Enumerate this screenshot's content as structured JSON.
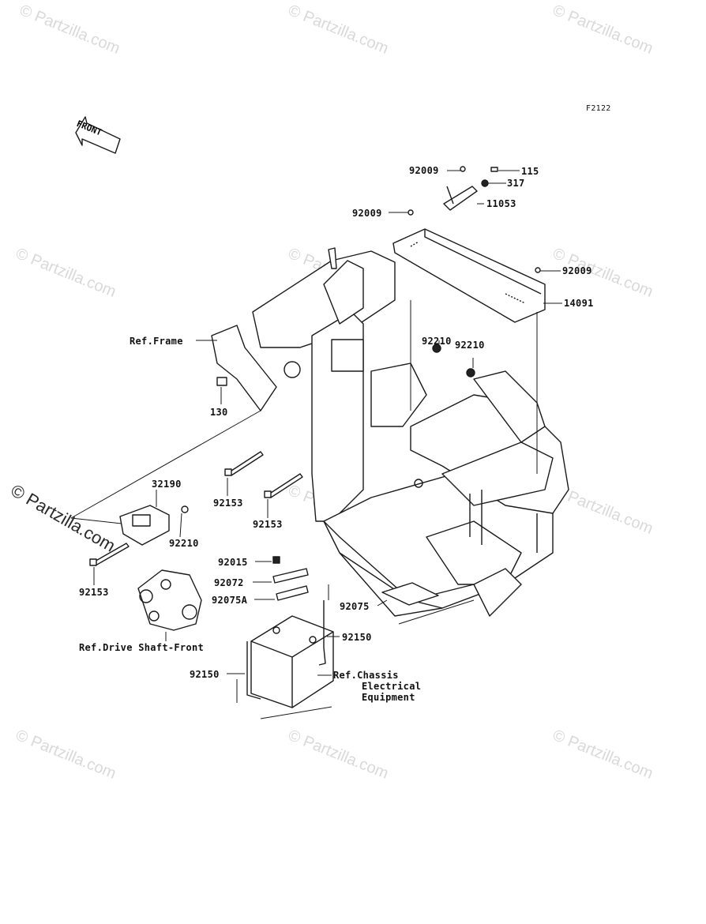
{
  "diagram_code": "F2122",
  "front_label": "FRONT",
  "watermark": "© Partzilla.com",
  "labels": {
    "p92009a": "92009",
    "p115": "115",
    "p317": "317",
    "p92009b": "92009",
    "p11053": "11053",
    "p92009c": "92009",
    "p14091": "14091",
    "ref_frame": "Ref.Frame",
    "p92210a": "92210",
    "p92210b": "92210",
    "p130": "130",
    "p32190": "32190",
    "p92153a": "92153",
    "p92153b": "92153",
    "p92210c": "92210",
    "p92153c": "92153",
    "p92015": "92015",
    "p92072": "92072",
    "p92075A": "92075A",
    "p92075": "92075",
    "p92150a": "92150",
    "ref_drive": "Ref.Drive Shaft-Front",
    "p92150b": "92150",
    "ref_chassis1": "Ref.Chassis",
    "ref_chassis2": "Electrical",
    "ref_chassis3": "Equipment"
  }
}
